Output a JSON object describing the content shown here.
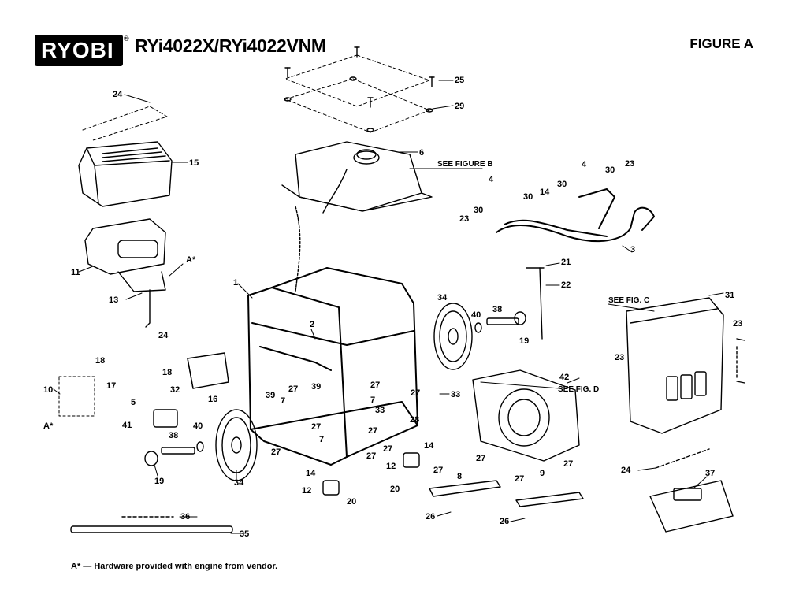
{
  "header": {
    "brand": "RYOBI",
    "brand_mark": "®",
    "model": "RYi4022X/RYi4022VNM",
    "figure": "FIGURE A"
  },
  "callouts": {
    "c1": "1",
    "c2": "2",
    "c3": "3",
    "c4a": "4",
    "c4b": "4",
    "c5": "5",
    "c6": "6",
    "c7a": "7",
    "c7b": "7",
    "c7c": "7",
    "c8": "8",
    "c9": "9",
    "c10": "10",
    "c11": "11",
    "c12a": "12",
    "c12b": "12",
    "c13": "13",
    "c14a": "14",
    "c14b": "14",
    "c14c": "14",
    "c15": "15",
    "c16": "16",
    "c17": "17",
    "c18a": "18",
    "c18b": "18",
    "c19a": "19",
    "c19b": "19",
    "c20a": "20",
    "c20b": "20",
    "c21": "21",
    "c22": "22",
    "c23a": "23",
    "c23b": "23",
    "c23c": "23",
    "c23d": "23",
    "c24a": "24",
    "c24b": "24",
    "c24c": "24",
    "c25": "25",
    "c26a": "26",
    "c26b": "26",
    "c27a": "27",
    "c27b": "27",
    "c27c": "27",
    "c27d": "27",
    "c27e": "27",
    "c27f": "27",
    "c27g": "27",
    "c27h": "27",
    "c27i": "27",
    "c27j": "27",
    "c27k": "27",
    "c27l": "27",
    "c28": "28",
    "c29": "29",
    "c30a": "30",
    "c30b": "30",
    "c30c": "30",
    "c30d": "30",
    "c31": "31",
    "c32": "32",
    "c33a": "33",
    "c33b": "33",
    "c34a": "34",
    "c34b": "34",
    "c35": "35",
    "c36": "36",
    "c37": "37",
    "c38a": "38",
    "c38b": "38",
    "c39a": "39",
    "c39b": "39",
    "c40a": "40",
    "c40b": "40",
    "c41": "41",
    "c42": "42",
    "cAa": "A*",
    "cAb": "A*"
  },
  "refs": {
    "fig_b": "SEE FIGURE B",
    "fig_c": "SEE FIG. C",
    "fig_d": "SEE FIG. D"
  },
  "footnote": "A* — Hardware provided with engine from vendor."
}
